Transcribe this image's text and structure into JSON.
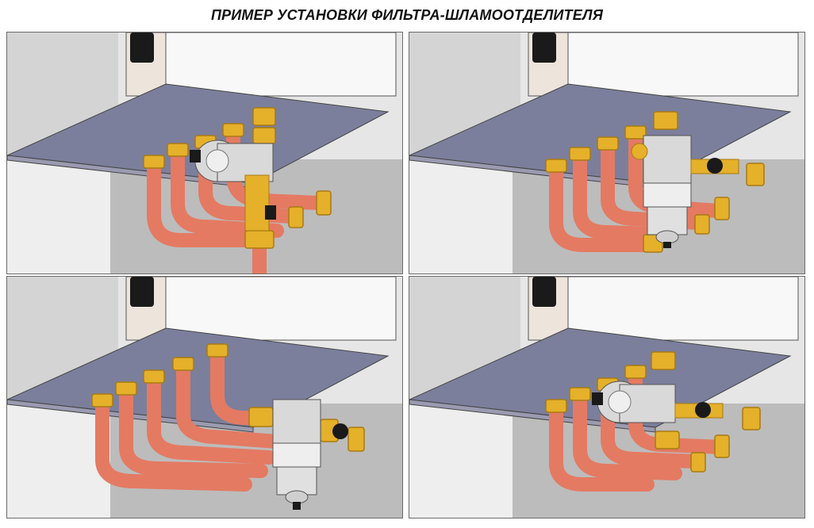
{
  "title": "ПРИМЕР УСТАНОВКИ ФИЛЬТРА-ШЛАМООТДЕЛИТЕЛЯ",
  "panels": [
    {
      "variant": "top-mounted filter, vertical pipe down"
    },
    {
      "variant": "filter with bulb, side valve"
    },
    {
      "variant": "five pipes, filter on right"
    },
    {
      "variant": "filter front, valve right"
    }
  ],
  "colors": {
    "copper": "#e47a62",
    "copper_dark": "#c05a45",
    "brass": "#e5b02a",
    "brass_dark": "#a87a12",
    "boiler_panel": "#7b7f9c",
    "wall": "#c9c9c9",
    "wall_light": "#e4e4e4",
    "filter_body": "#d9d9d9",
    "handle": "#1a1a1a"
  }
}
